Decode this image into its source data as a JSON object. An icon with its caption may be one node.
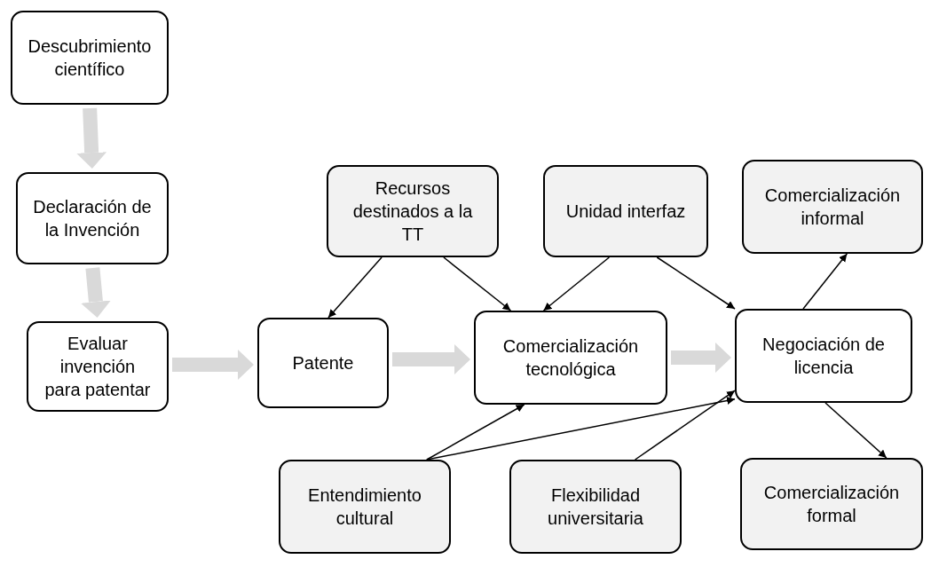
{
  "diagram": {
    "nodes": [
      {
        "text": [
          "Descubrimiento científico"
        ]
      },
      {
        "text": [
          "Declaración de la Invención"
        ]
      },
      {
        "text": [
          "Evaluar invención para patentar"
        ]
      },
      {
        "text": [
          "Patente"
        ]
      },
      {
        "text": [
          "Recursos destinados a la TT"
        ]
      },
      {
        "text": [
          "Unidad interfaz"
        ]
      },
      {
        "text": [
          "Comercialización informal"
        ]
      },
      {
        "text": [
          "Comercialización tecnológica"
        ]
      },
      {
        "text": [
          "Negociación de licencia"
        ]
      },
      {
        "text": [
          "Entendimiento cultural"
        ]
      },
      {
        "text": [
          "Flexibilidad universitaria"
        ]
      },
      {
        "text": [
          "Comercialización formal"
        ]
      }
    ],
    "edges": [
      {
        "from": 0,
        "to": 1,
        "arrow": "to",
        "style": "thick",
        "color": "#d9d9d9"
      },
      {
        "from": 1,
        "to": 2,
        "arrow": "to",
        "style": "thick",
        "color": "#d9d9d9"
      },
      {
        "from": 2,
        "to": 3,
        "arrow": "to",
        "style": "thick",
        "color": "#d9d9d9"
      },
      {
        "from": 3,
        "to": 7,
        "arrow": "to",
        "style": "thick",
        "color": "#d9d9d9"
      },
      {
        "from": 7,
        "to": 8,
        "arrow": "to",
        "style": "thick",
        "color": "#d9d9d9"
      },
      {
        "from": 4,
        "to": 3,
        "arrow": "to"
      },
      {
        "from": 4,
        "to": 7,
        "arrow": "to"
      },
      {
        "from": 5,
        "to": 7,
        "arrow": "to"
      },
      {
        "from": 5,
        "to": 8,
        "arrow": "to"
      },
      {
        "from": 8,
        "to": 6,
        "arrow": "to"
      },
      {
        "from": 8,
        "to": 11,
        "arrow": "to"
      },
      {
        "from": 9,
        "to": 7,
        "arrow": "to"
      },
      {
        "from": 9,
        "to": 8,
        "arrow": "to"
      },
      {
        "from": 10,
        "to": 8,
        "arrow": "to"
      }
    ]
  }
}
